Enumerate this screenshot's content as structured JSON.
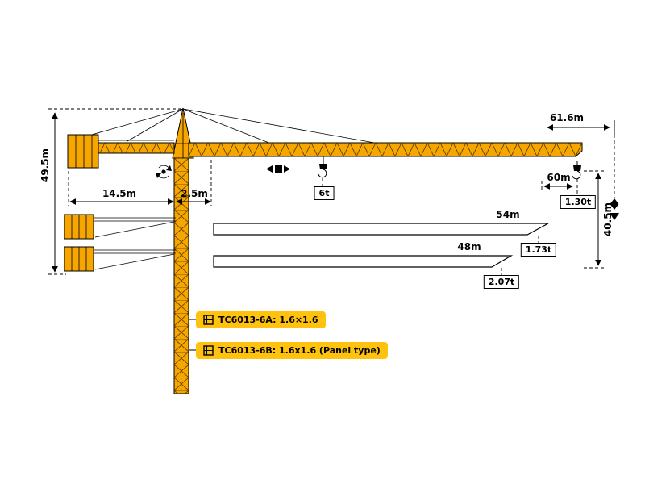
{
  "colors": {
    "crane_yellow": "#F7A600",
    "badge_yellow": "#FFC20E",
    "outline": "#000000"
  },
  "dimensions": {
    "jib_length": "61.6m",
    "tower_height": "49.5m",
    "counter_jib_length": "14.5m",
    "jib_root_offset": "2.5m",
    "tip_radius": "60m",
    "hook_travel": "40.5m"
  },
  "loads": {
    "max_load": "6t",
    "tip_load_60m": "1.30t",
    "tip_load_54m": "1.73t",
    "tip_load_48m": "2.07t"
  },
  "alternate_jibs": {
    "jib_54": "54m",
    "jib_48": "48m"
  },
  "models": {
    "model_a": "TC6013-6A: 1.6×1.6",
    "model_b": "TC6013-6B: 1.6x1.6 (Panel type)"
  }
}
